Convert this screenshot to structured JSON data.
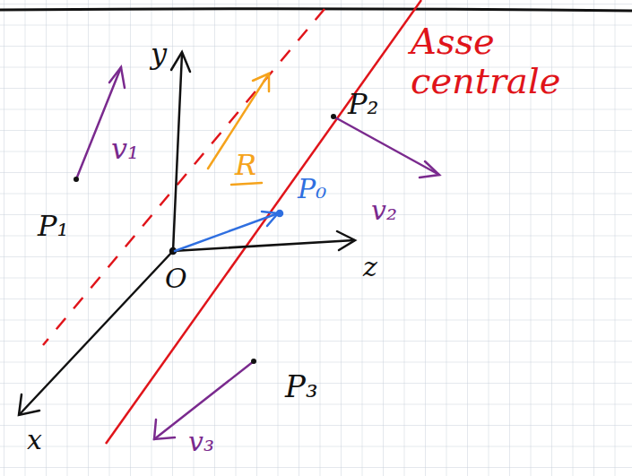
{
  "diagram": {
    "labels": [
      "y",
      "O",
      "z",
      "x",
      "P₁",
      "v₁",
      "R",
      "P₀",
      "P₂",
      "v₂",
      "P₃",
      "v₃",
      "Asse centrale"
    ]
  }
}
